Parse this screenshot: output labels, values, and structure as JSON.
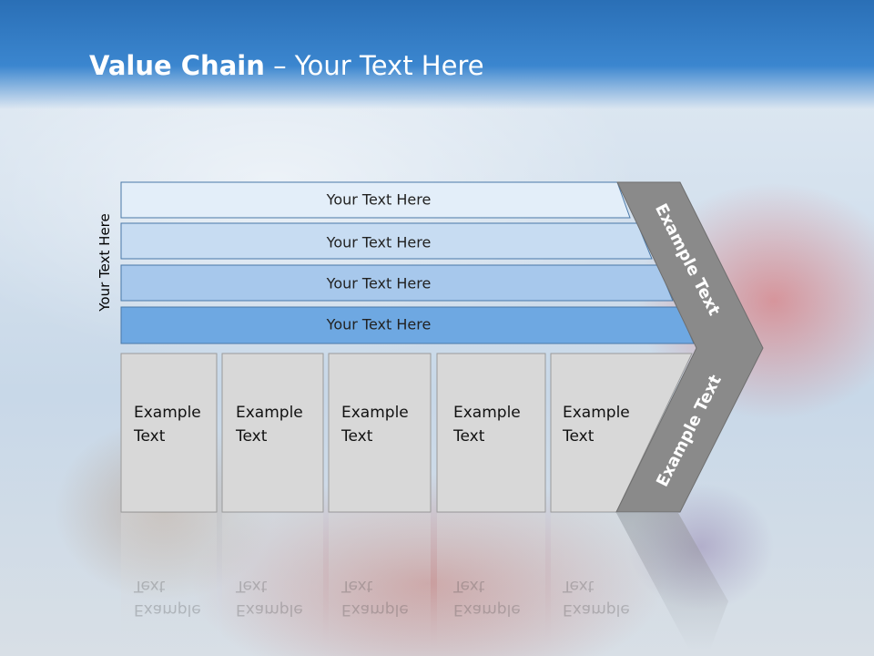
{
  "slide": {
    "title_bold": "Value Chain",
    "title_rest": " – Your Text Here",
    "side_label": "Your Text Here"
  },
  "bars": [
    {
      "label": "Your Text Here",
      "color": "#e3eef9"
    },
    {
      "label": "Your Text Here",
      "color": "#c7dcf2"
    },
    {
      "label": "Your Text Here",
      "color": "#a7c8ec"
    },
    {
      "label": "Your Text Here",
      "color": "#6ea8e2"
    }
  ],
  "boxes": [
    {
      "line1": "Example",
      "line2": "Text"
    },
    {
      "line1": "Example",
      "line2": "Text"
    },
    {
      "line1": "Example",
      "line2": "Text"
    },
    {
      "line1": "Example",
      "line2": "Text"
    },
    {
      "line1": "Example",
      "line2": "Text"
    }
  ],
  "arrow": {
    "top_label": "Example Text",
    "bottom_label": "Example Text",
    "color": "#8a8a8a"
  },
  "colors": {
    "header": "#2f78c2",
    "box_fill": "#d8d8d8",
    "bar_border": "#4a78a8"
  }
}
